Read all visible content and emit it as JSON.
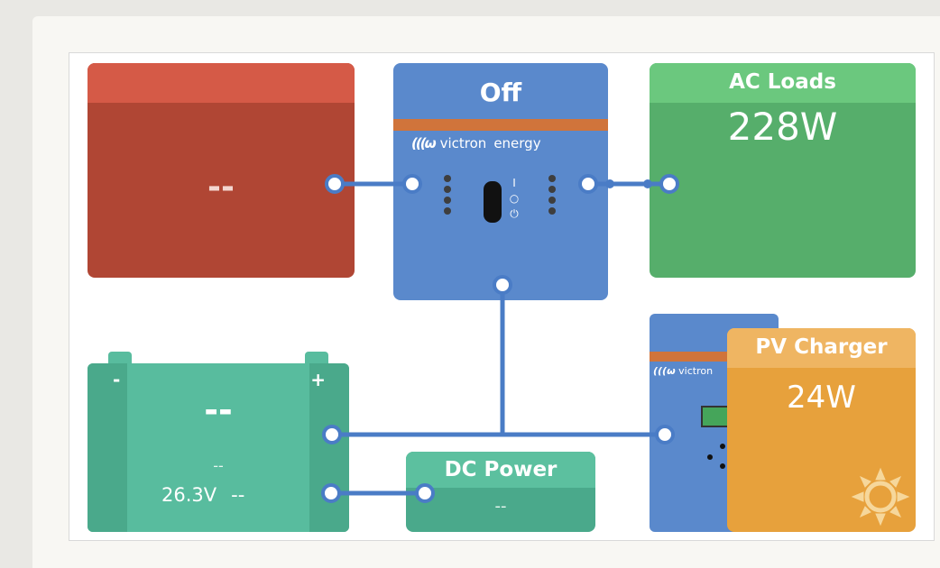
{
  "ac_input": {
    "value": "--"
  },
  "inverter": {
    "state": "Off",
    "brand": "victron",
    "brand2": "energy",
    "switch_labels": [
      "I",
      "○",
      "⏻"
    ]
  },
  "ac_loads": {
    "title": "AC Loads",
    "value": "228W"
  },
  "battery": {
    "neg_label": "-",
    "pos_label": "+",
    "soc": "--",
    "current": "--",
    "voltage": "26.3V",
    "power": "--"
  },
  "dc_power": {
    "title": "DC Power",
    "value": "--"
  },
  "pv_charger": {
    "title": "PV Charger",
    "value": "24W",
    "device_brand": "victron"
  },
  "icons": {
    "sun": "sun-icon",
    "logo": "victron-logo-icon"
  },
  "colors": {
    "ac_input": "#b04634",
    "inverter": "#5a89cc",
    "ac_loads": "#56ae6b",
    "battery": "#58bc9e",
    "pv": "#e7a13c",
    "wire": "#4a7cc6"
  }
}
